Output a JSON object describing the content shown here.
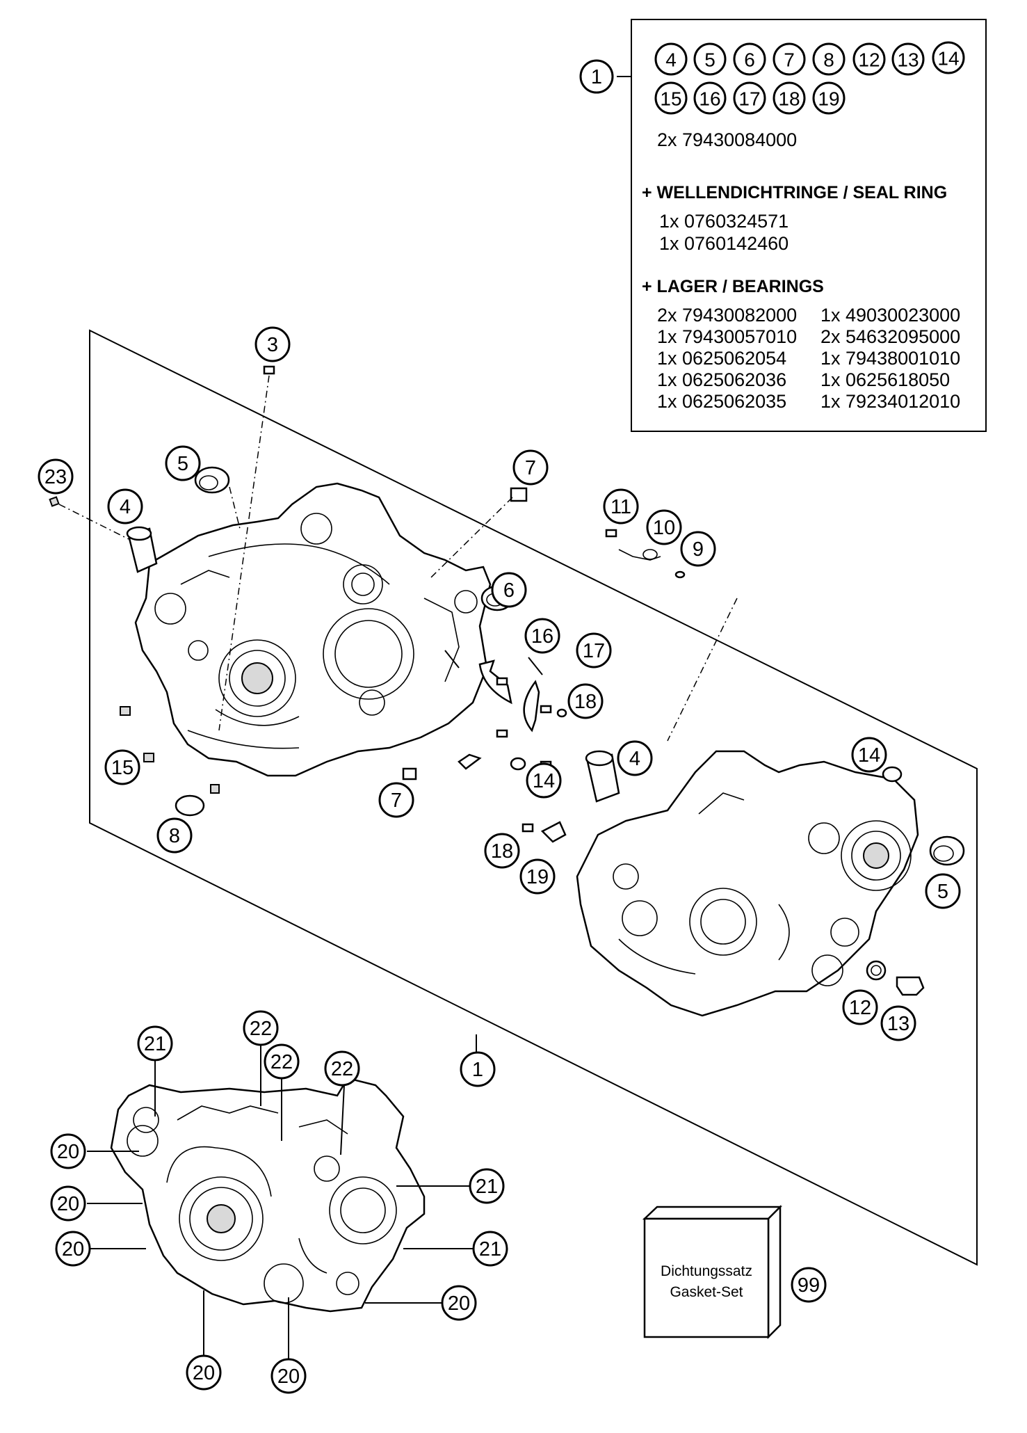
{
  "kit_box": {
    "ref": "1",
    "included_refs_row1": [
      "4",
      "5",
      "6",
      "7",
      "8",
      "12",
      "13",
      "14"
    ],
    "included_refs_row2": [
      "15",
      "16",
      "17",
      "18",
      "19"
    ],
    "base_qty": "2x 79430084000",
    "seal_heading": "+ WELLENDICHTRINGE /  SEAL RING",
    "seal_items": [
      "1x 0760324571",
      "1x 0760142460"
    ],
    "bearing_heading": "+ LAGER / BEARINGS",
    "bearing_col1": [
      "2x 79430082000",
      "1x 79430057010",
      "1x 0625062054",
      "1x 0625062036",
      "1x 0625062035"
    ],
    "bearing_col2": [
      "1x 49030023000",
      "2x 54632095000",
      "1x 79438001010",
      "1x 0625618050",
      "1x 79234012010"
    ]
  },
  "callouts": {
    "c3": "3",
    "c23": "23",
    "c5_left": "5",
    "c4_left": "4",
    "c7_top": "7",
    "c11": "11",
    "c10": "10",
    "c9": "9",
    "c6": "6",
    "c16": "16",
    "c17": "17",
    "c18_right": "18",
    "c15": "15",
    "c14_mid": "14",
    "c7_bottom": "7",
    "c8": "8",
    "c4_right": "4",
    "c14_right": "14",
    "c18_mid": "18",
    "c19": "19",
    "c5_right": "5",
    "c12": "12",
    "c13": "13",
    "c1_bottom": "1",
    "c21_a": "21",
    "c22_a": "22",
    "c22_b": "22",
    "c22_c": "22",
    "c20_a": "20",
    "c20_b": "20",
    "c21_b": "21",
    "c20_c": "20",
    "c21_c": "21",
    "c20_d": "20",
    "c20_e": "20",
    "c20_f": "20",
    "c99": "99"
  },
  "gasket_set": {
    "label_de": "Dichtungssatz",
    "label_en": "Gasket-Set"
  }
}
